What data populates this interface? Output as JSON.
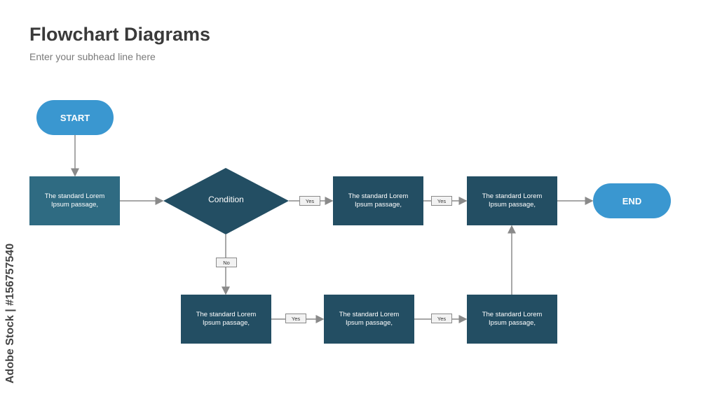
{
  "header": {
    "title": "Flowchart Diagrams",
    "subtitle": "Enter your subhead line here"
  },
  "nodes": {
    "start": "START",
    "end": "END",
    "condition": "Condition",
    "process": "The standard Lorem Ipsum passage,"
  },
  "labels": {
    "yes": "Yes",
    "no": "No"
  },
  "watermark": "Adobe Stock | #156757540",
  "colors": {
    "terminal": "#3a97d0",
    "process": "#234e63",
    "process_first": "#2f6b82",
    "connector": "#8a8a8a"
  }
}
